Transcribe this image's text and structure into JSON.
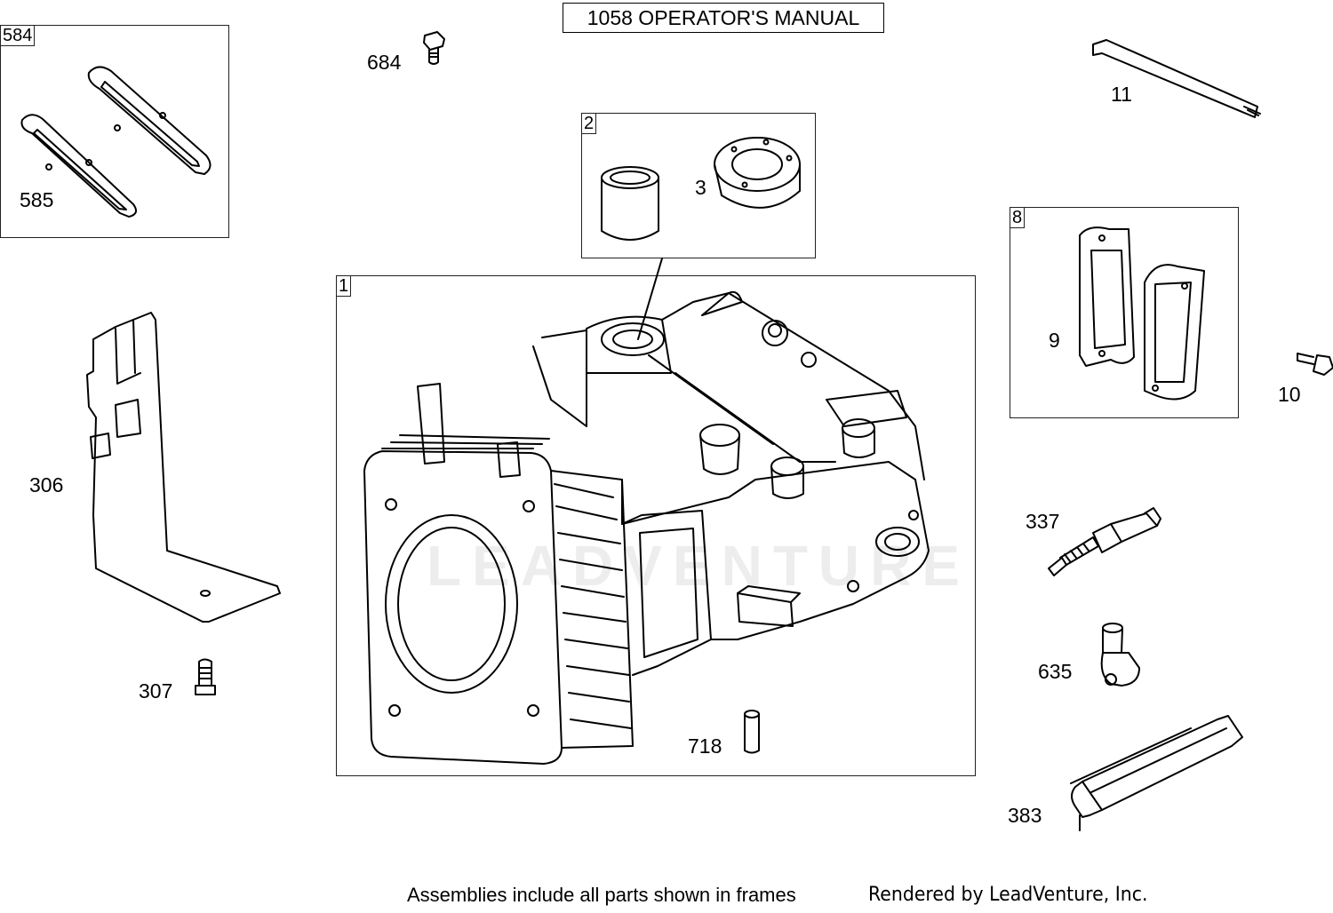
{
  "header": {
    "manual_title": "1058 OPERATOR'S MANUAL"
  },
  "frames": {
    "f584": "584",
    "f2": "2",
    "f1": "1",
    "f8": "8"
  },
  "callouts": {
    "p585": "585",
    "p684": "684",
    "p3": "3",
    "p11": "11",
    "p9": "9",
    "p10": "10",
    "p306": "306",
    "p307": "307",
    "p337": "337",
    "p635": "635",
    "p718": "718",
    "p383": "383"
  },
  "watermark": "LEADVENTURE",
  "footer": {
    "note": "Assemblies include all parts shown in frames",
    "credit": "Rendered by LeadVenture, Inc."
  }
}
